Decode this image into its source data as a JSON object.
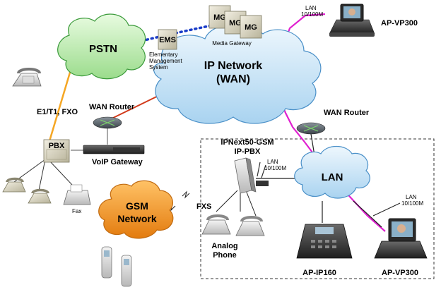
{
  "clouds": {
    "pstn": "PSTN",
    "ip_network_line1": "IP Network",
    "ip_network_line2": "(WAN)",
    "lan": "LAN",
    "gsm_line1": "GSM",
    "gsm_line2": "Network"
  },
  "labels": {
    "ems": "EMS",
    "ems_desc_1": "Elementary",
    "ems_desc_2": "Management",
    "ems_desc_3": "System",
    "mg": "MG",
    "media_gateway": "Media Gateway",
    "lan_speed_top_1": "LAN",
    "lan_speed_top_2": "10/100M",
    "ap_vp300_top": "AP-VP300",
    "e1t1_fxo": "E1/T1, FXO",
    "wan_router_left": "WAN Router",
    "wan_router_right": "WAN Router",
    "pbx": "PBX",
    "voip_gateway": "VoIP Gateway",
    "ipnext_1": "IPNext50-GSM",
    "ipnext_2": "IP-PBX",
    "lan_speed_mid_1": "LAN",
    "lan_speed_mid_2": "10/100M",
    "lan_speed_right_1": "LAN",
    "lan_speed_right_2": "10/100M",
    "fax": "Fax",
    "fxs": "FXS",
    "analog_phone_1": "Analog",
    "analog_phone_2": "Phone",
    "ap_ip160": "AP-IP160",
    "ap_vp300_bottom": "AP-VP300"
  },
  "colors": {
    "cloud_fill": "#cfe6f7",
    "cloud_stroke": "#4a90c8",
    "pstn_fill": "#c8f0c0",
    "pstn_stroke": "#3a9a3a",
    "gsm_fill": "#f7941d",
    "gsm_stroke": "#c06a10",
    "orange_line": "#f5a623",
    "red_line": "#d23a1a",
    "dotted_line": "#1a3cc8",
    "magenta_line": "#e020d0"
  }
}
